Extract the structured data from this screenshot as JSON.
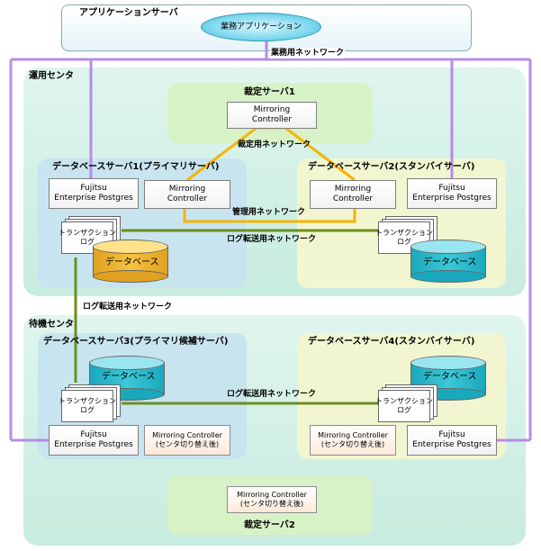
{
  "app_server": {
    "label": "アプリケーションサーバ",
    "app": "業務アプリケーション"
  },
  "business_network": "業務用ネットワーク",
  "ops_center": {
    "label": "運用センタ",
    "arbiter1": {
      "label": "裁定サーバ1",
      "mc": [
        "Mirroring",
        "Controller"
      ]
    },
    "arbitration_network": "裁定用ネットワーク",
    "db1": {
      "label": "データベースサーバ1(プライマリサーバ)",
      "fep": [
        "Fujitsu",
        "Enterprise Postgres"
      ],
      "mc": [
        "Mirroring",
        "Controller"
      ],
      "log": [
        "トランザクション",
        "ログ"
      ],
      "db": "データベース"
    },
    "db2": {
      "label": "データベースサーバ2(スタンバイサーバ)",
      "fep": [
        "Fujitsu",
        "Enterprise Postgres"
      ],
      "mc": [
        "Mirroring",
        "Controller"
      ],
      "log": [
        "トランザクション",
        "ログ"
      ],
      "db": "データベース"
    },
    "mgmt_network": "管理用ネットワーク",
    "log_network": "ログ転送用ネットワーク"
  },
  "inter_log_network": "ログ転送用ネットワーク",
  "standby_center": {
    "label": "待機センタ",
    "db3": {
      "label": "データベースサーバ3(プライマリ候補サーバ)",
      "fep": [
        "Fujitsu",
        "Enterprise Postgres"
      ],
      "mc": [
        "Mirroring Controller",
        "(センタ切り替え後)"
      ],
      "log": [
        "トランザクション",
        "ログ"
      ],
      "db": "データベース"
    },
    "db4": {
      "label": "データベースサーバ4(スタンバイサーバ)",
      "fep": [
        "Fujitsu",
        "Enterprise Postgres"
      ],
      "mc": [
        "Mirroring Controller",
        "(センタ切り替え後)"
      ],
      "log": [
        "トランザクション",
        "ログ"
      ],
      "db": "データベース"
    },
    "log_network": "ログ転送用ネットワーク",
    "arbiter2": {
      "label": "裁定サーバ2",
      "mc": [
        "Mirroring Controller",
        "(センタ切り替え後)"
      ]
    }
  },
  "colors": {
    "business_net": "#b68ce8",
    "arbitration_net": "#f5b400",
    "log_net": "#6b8e23",
    "cylinder_yellow": "#f6c343",
    "cylinder_cyan": "#3cc8d8"
  }
}
